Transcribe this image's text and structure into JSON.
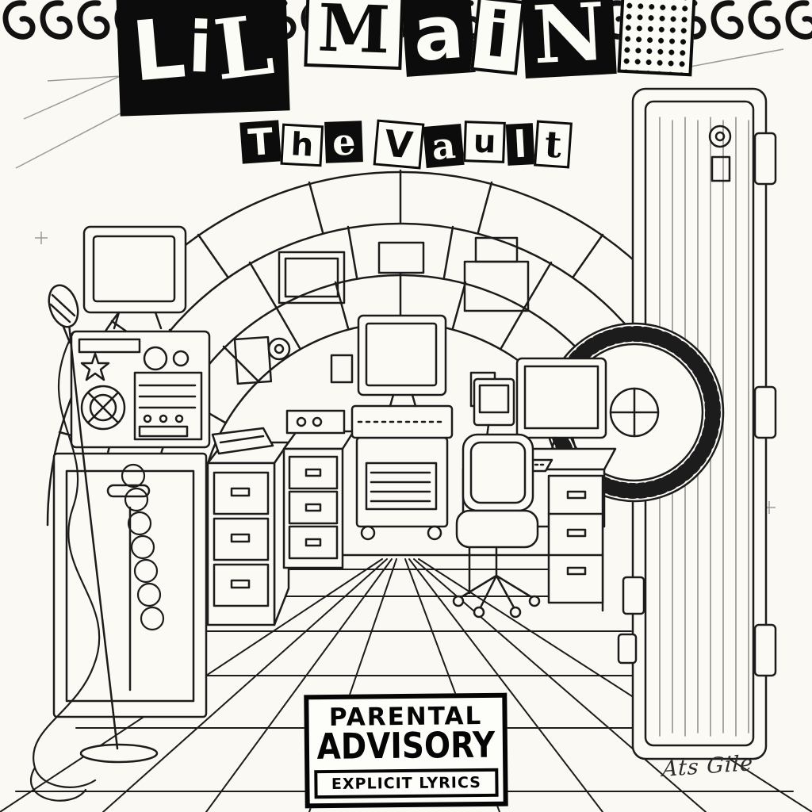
{
  "title": {
    "word1": [
      "L",
      "i",
      "L"
    ],
    "word2": [
      "M",
      "a",
      "i",
      "N"
    ]
  },
  "subtitle": {
    "word1": [
      "T",
      "h",
      "e"
    ],
    "word2": [
      "V",
      "a",
      "u",
      "l",
      "t"
    ]
  },
  "advisory": {
    "line1": "PARENTAL",
    "line2": "ADVISORY",
    "line3": "EXPLICIT LYRICS"
  },
  "signature": {
    "text": "Ats Gile"
  },
  "colors": {
    "paper": "#fbf9f3",
    "ink": "#1c1c1c",
    "block": "#0c0c0c"
  },
  "icons": {
    "spiral_binding": "notebook-spiral-coils",
    "advisory_sticker": "parental-advisory-label"
  }
}
